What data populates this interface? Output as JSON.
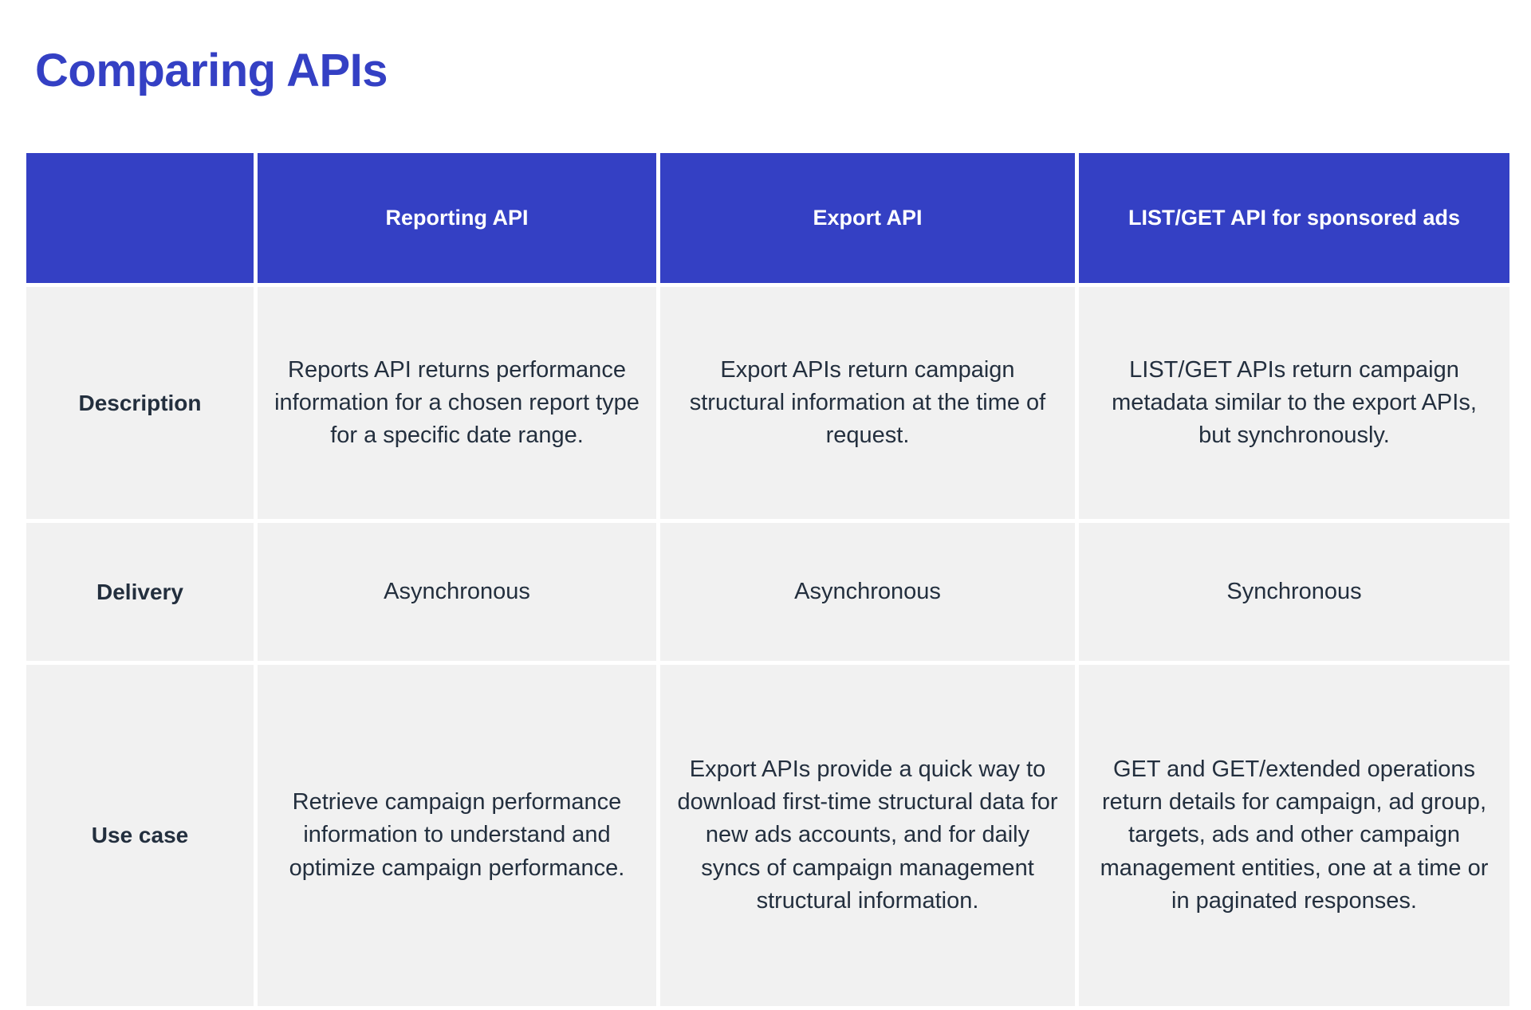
{
  "title": "Comparing APIs",
  "theme": {
    "accent": "#3440c4",
    "header_text": "#ffffff",
    "cell_bg": "#f1f1f1",
    "cell_text": "#232f3e",
    "page_bg": "#ffffff"
  },
  "table": {
    "columns": [
      {
        "key": "label",
        "label": ""
      },
      {
        "key": "report",
        "label": "Reporting API"
      },
      {
        "key": "export",
        "label": "Export API"
      },
      {
        "key": "listget",
        "label": "LIST/GET API for sponsored ads"
      }
    ],
    "rows": [
      {
        "label": "Description",
        "cells": [
          "Reports API returns performance information for a chosen report type for a specific date range.",
          "Export APIs return campaign structural information at the time of request.",
          "LIST/GET APIs return campaign metadata similar to the export APIs, but synchronously."
        ]
      },
      {
        "label": "Delivery",
        "cells": [
          "Asynchronous",
          "Asynchronous",
          "Synchronous"
        ]
      },
      {
        "label": "Use case",
        "cells": [
          "Retrieve campaign performance information to understand and optimize campaign performance.",
          "Export APIs provide a quick way to download first-time structural data for new ads accounts, and for daily syncs of campaign management structural information.",
          "GET and GET/extended operations return details for campaign, ad group, targets, ads and other campaign management entities, one at a time or in paginated responses."
        ]
      }
    ]
  }
}
